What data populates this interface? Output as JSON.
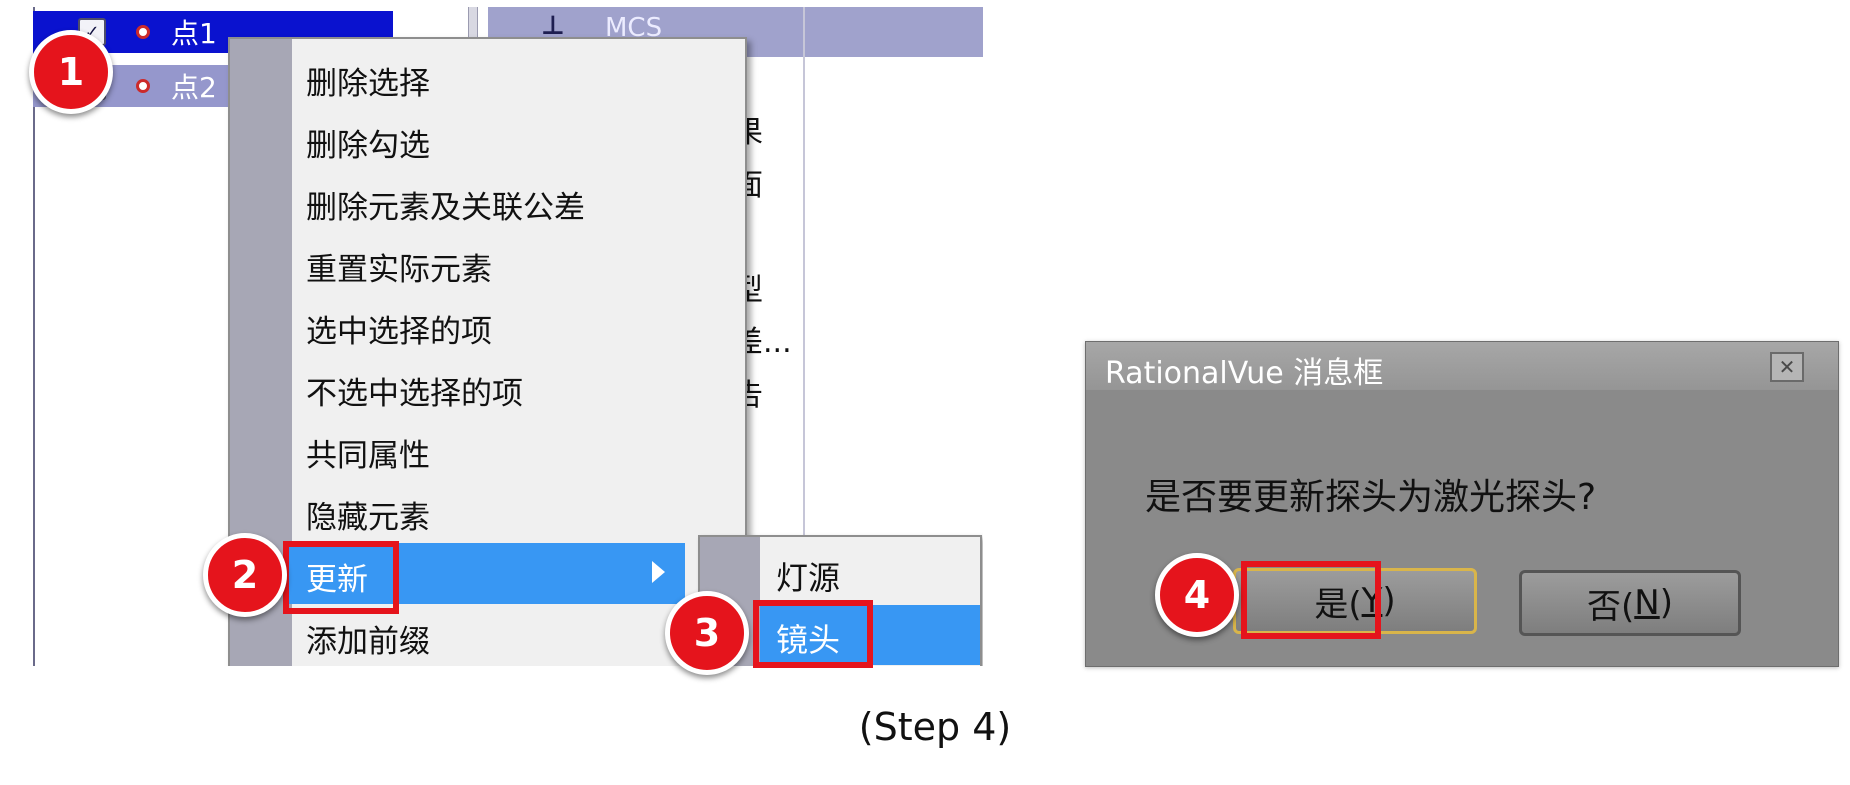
{
  "tree": {
    "header_col": "MCS",
    "rows": [
      {
        "label": "点1"
      },
      {
        "label": "点2"
      }
    ],
    "background_fragments": [
      "果",
      "面",
      "型",
      "差...",
      "告"
    ]
  },
  "context_menu": {
    "items": [
      {
        "label": "删除选择"
      },
      {
        "label": "删除勾选"
      },
      {
        "label": "删除元素及关联公差"
      },
      {
        "label": "重置实际元素"
      },
      {
        "label": "选中选择的项"
      },
      {
        "label": "不选中选择的项"
      },
      {
        "label": "共同属性"
      },
      {
        "label": "隐藏元素"
      },
      {
        "label": "更新"
      },
      {
        "label": "添加前缀"
      }
    ],
    "active_index": 8
  },
  "submenu": {
    "items": [
      {
        "label": "灯源"
      },
      {
        "label": "镜头"
      }
    ],
    "active_index": 1
  },
  "dialog": {
    "title": "RationalVue 消息框",
    "close_glyph": "✕",
    "message": "是否要更新探头为激光探头?",
    "yes_label": "是(",
    "yes_key": "Y",
    "yes_close": ")",
    "no_label": "否(",
    "no_key": "N",
    "no_close": ")"
  },
  "annotations": {
    "steps": [
      "1",
      "2",
      "3",
      "4"
    ],
    "highlight_color": "#e5141c"
  },
  "caption": "(Step 4)",
  "colors": {
    "menu_highlight": "#3897f3",
    "tree_selected": "#0a12cf",
    "grid_header": "#a0a2cc"
  }
}
